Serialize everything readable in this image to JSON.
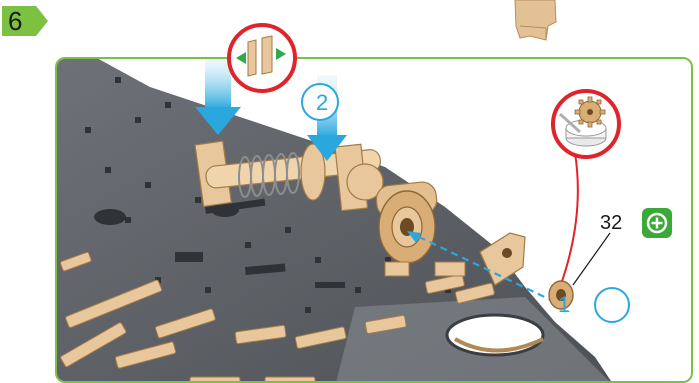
{
  "step": {
    "number": "6"
  },
  "callouts": {
    "first": "1",
    "second": "2"
  },
  "part": {
    "count": "32"
  },
  "colors": {
    "accent_green": "#7cc142",
    "callout_blue": "#2aa8de",
    "warning_red": "#e0242b",
    "plate_gray": "#5c6066",
    "wood": "#e8c79c"
  },
  "icons": {
    "step_badge": "step-badge-chevron",
    "add": "plus-circle-icon",
    "rotate": "rotate-arrows-icon",
    "glue": "glue-cup-icon"
  }
}
